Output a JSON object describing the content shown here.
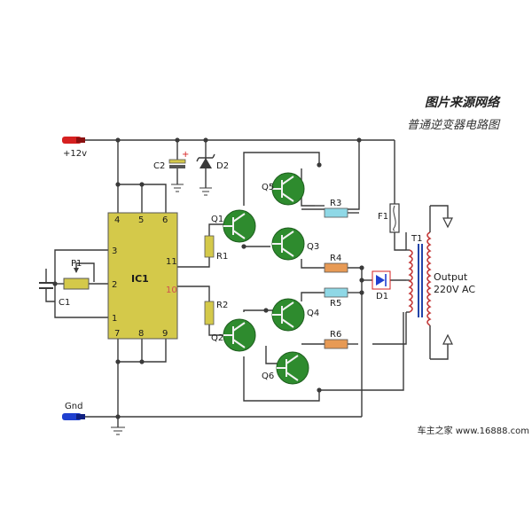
{
  "captions": {
    "title": "图片来源网络",
    "subtitle": "普通逆变器电路图"
  },
  "watermark": "车主之家   www.16888.com",
  "rails": {
    "vcc": "+12v",
    "gnd": "Gnd"
  },
  "ic": {
    "label": "IC1",
    "pins": [
      "4",
      "5",
      "6",
      "3",
      "2",
      "1",
      "7",
      "8",
      "9",
      "11",
      "10"
    ]
  },
  "components": {
    "P1": "P1",
    "C1": "C1",
    "C2": "C2",
    "C2_polarity": "+",
    "D2": "D2",
    "R1": "R1",
    "R2": "R2",
    "R3": "R3",
    "R4": "R4",
    "R5": "R5",
    "R6": "R6",
    "Q1": "Q1",
    "Q2": "Q2",
    "Q3": "Q3",
    "Q4": "Q4",
    "Q5": "Q5",
    "Q6": "Q6",
    "F1": "F1",
    "D1": "D1",
    "T1": "T1"
  },
  "output": {
    "line1": "Output",
    "line2": "220V AC"
  },
  "colors": {
    "ic_fill": "#d4c94a",
    "transistor": "#2e8b2e",
    "resistor_yellow": "#d4c94a",
    "resistor_orange": "#e79a55",
    "resistor_cyan": "#8fd8e6",
    "rail_vcc_tip": "#d62020",
    "rail_gnd_tip": "#2040d0",
    "transformer_core": "#2244aa",
    "transformer_coil": "#c43a3a"
  }
}
